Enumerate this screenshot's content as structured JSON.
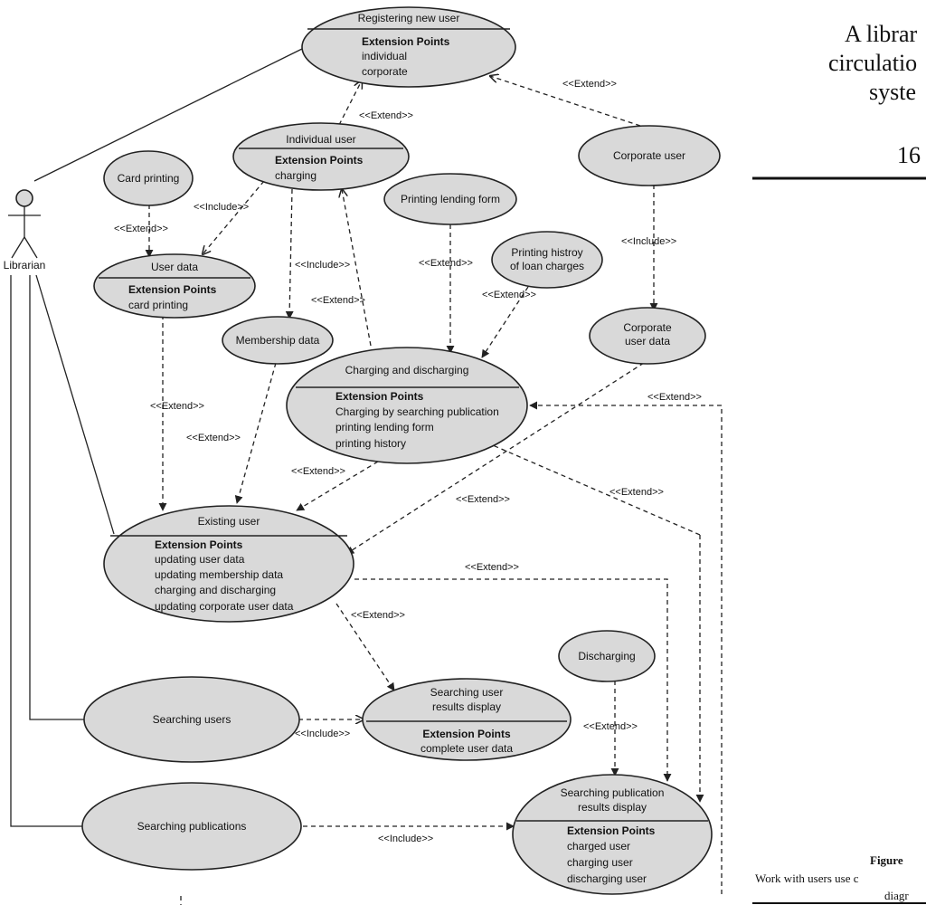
{
  "sidebar": {
    "title_lines": [
      "A librar",
      "circulatio",
      "syste"
    ],
    "page_number": "16",
    "figure_label": "Figure",
    "caption_lines": [
      "Work with users use c",
      "diagr"
    ]
  },
  "actor": {
    "name": "Librarian"
  },
  "use_cases": {
    "registering_new_user": {
      "name": "Registering new user",
      "ext_heading": "Extension Points",
      "points": [
        "individual",
        "corporate"
      ]
    },
    "individual_user": {
      "name": "Individual user",
      "ext_heading": "Extension Points",
      "points": [
        "charging"
      ]
    },
    "corporate_user": {
      "name": "Corporate user"
    },
    "card_printing": {
      "name": "Card printing"
    },
    "printing_lending_form": {
      "name": "Printing lending form"
    },
    "printing_history": {
      "name_lines": [
        "Printing histroy",
        "of loan charges"
      ]
    },
    "user_data": {
      "name": "User data",
      "ext_heading": "Extension Points",
      "points": [
        "card printing"
      ]
    },
    "membership_data": {
      "name": "Membership data"
    },
    "corporate_user_data": {
      "name_lines": [
        "Corporate",
        "user data"
      ]
    },
    "charging_and_discharging": {
      "name": "Charging and discharging",
      "ext_heading": "Extension Points",
      "points": [
        "Charging by searching publication",
        "printing lending form",
        "printing history"
      ]
    },
    "existing_user": {
      "name": "Existing user",
      "ext_heading": "Extension Points",
      "points": [
        "updating user data",
        "updating membership data",
        "charging and discharging",
        "updating corporate user data"
      ]
    },
    "searching_users": {
      "name": "Searching users"
    },
    "searching_user_results": {
      "name_lines": [
        "Searching user",
        "results display"
      ],
      "ext_heading": "Extension Points",
      "points": [
        "complete user data"
      ]
    },
    "discharging": {
      "name": "Discharging"
    },
    "searching_publications": {
      "name": "Searching publications"
    },
    "searching_publication_results": {
      "name_lines": [
        "Searching publication",
        "results display"
      ],
      "ext_heading": "Extension Points",
      "points": [
        "charged user",
        "charging user",
        "discharging user"
      ]
    }
  },
  "relation_labels": {
    "extend": "<<Extend>>",
    "include": "<<Include>>",
    "extend_variant": "<<Extend>>"
  }
}
